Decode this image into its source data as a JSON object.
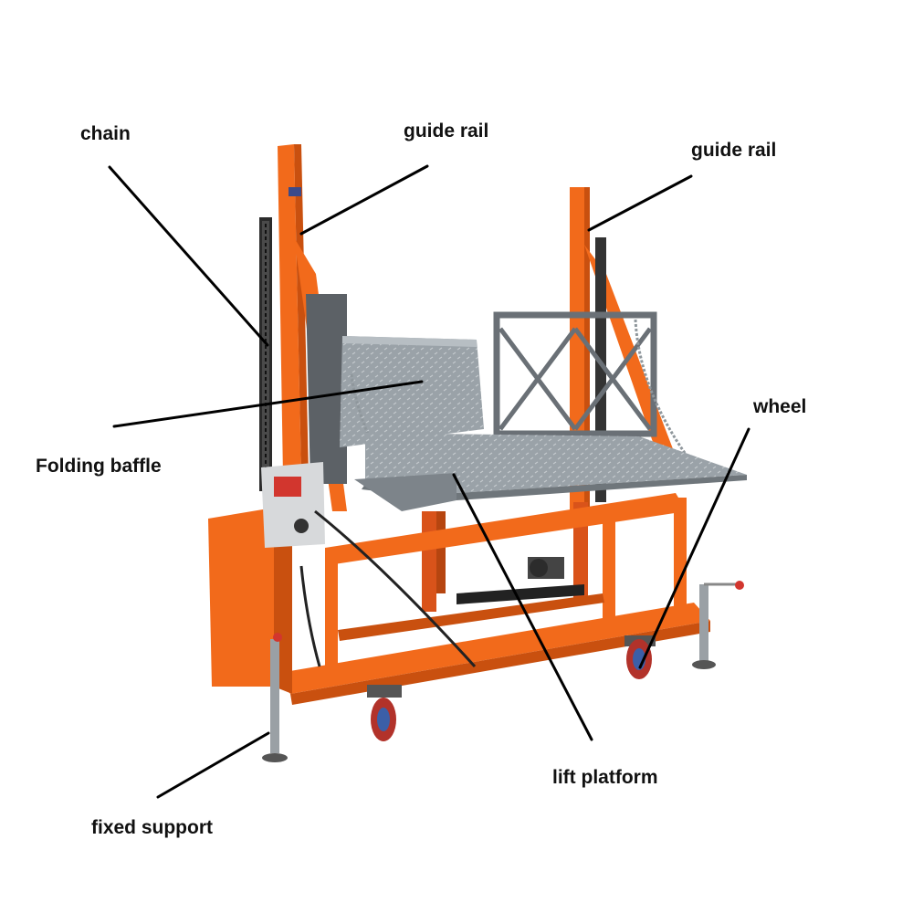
{
  "labels": {
    "chain": "chain",
    "guide_rail_left": "guide rail",
    "guide_rail_right": "guide rail",
    "folding_baffle": "Folding baffle",
    "wheel": "wheel",
    "lift_platform": "lift platform",
    "fixed_support": "fixed support"
  },
  "colors": {
    "frame": "#f26a1b",
    "frame_dark": "#c9500f",
    "steel": "#8a9299",
    "steel_dark": "#555b60",
    "leader": "#000000"
  }
}
